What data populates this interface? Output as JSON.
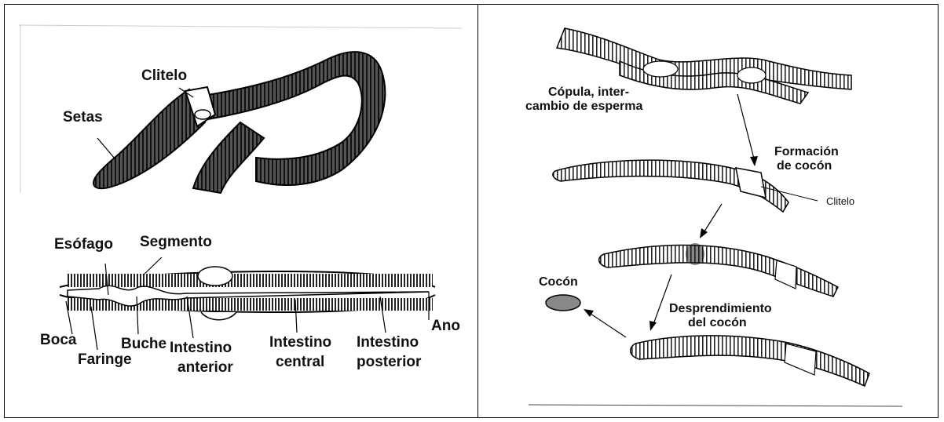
{
  "left_panel": {
    "top_labels": {
      "clitelo": "Clitelo",
      "setas": "Setas"
    },
    "bottom_labels": {
      "esofago": "Esófago",
      "segmento": "Segmento",
      "boca": "Boca",
      "faringe": "Faringe",
      "buche": "Buche",
      "intestino_anterior_1": "Intestino",
      "intestino_anterior_2": "anterior",
      "intestino_central_1": "Intestino",
      "intestino_central_2": "central",
      "intestino_posterior_1": "Intestino",
      "intestino_posterior_2": "posterior",
      "ano": "Ano"
    }
  },
  "right_panel": {
    "copula_1": "Cópula, inter-",
    "copula_2": "cambio de esperma",
    "formacion_1": "Formación",
    "formacion_2": "de cocón",
    "clitelo": "Clitelo",
    "cocon": "Cocón",
    "desprendimiento_1": "Desprendimiento",
    "desprendimiento_2": "del cocón"
  }
}
